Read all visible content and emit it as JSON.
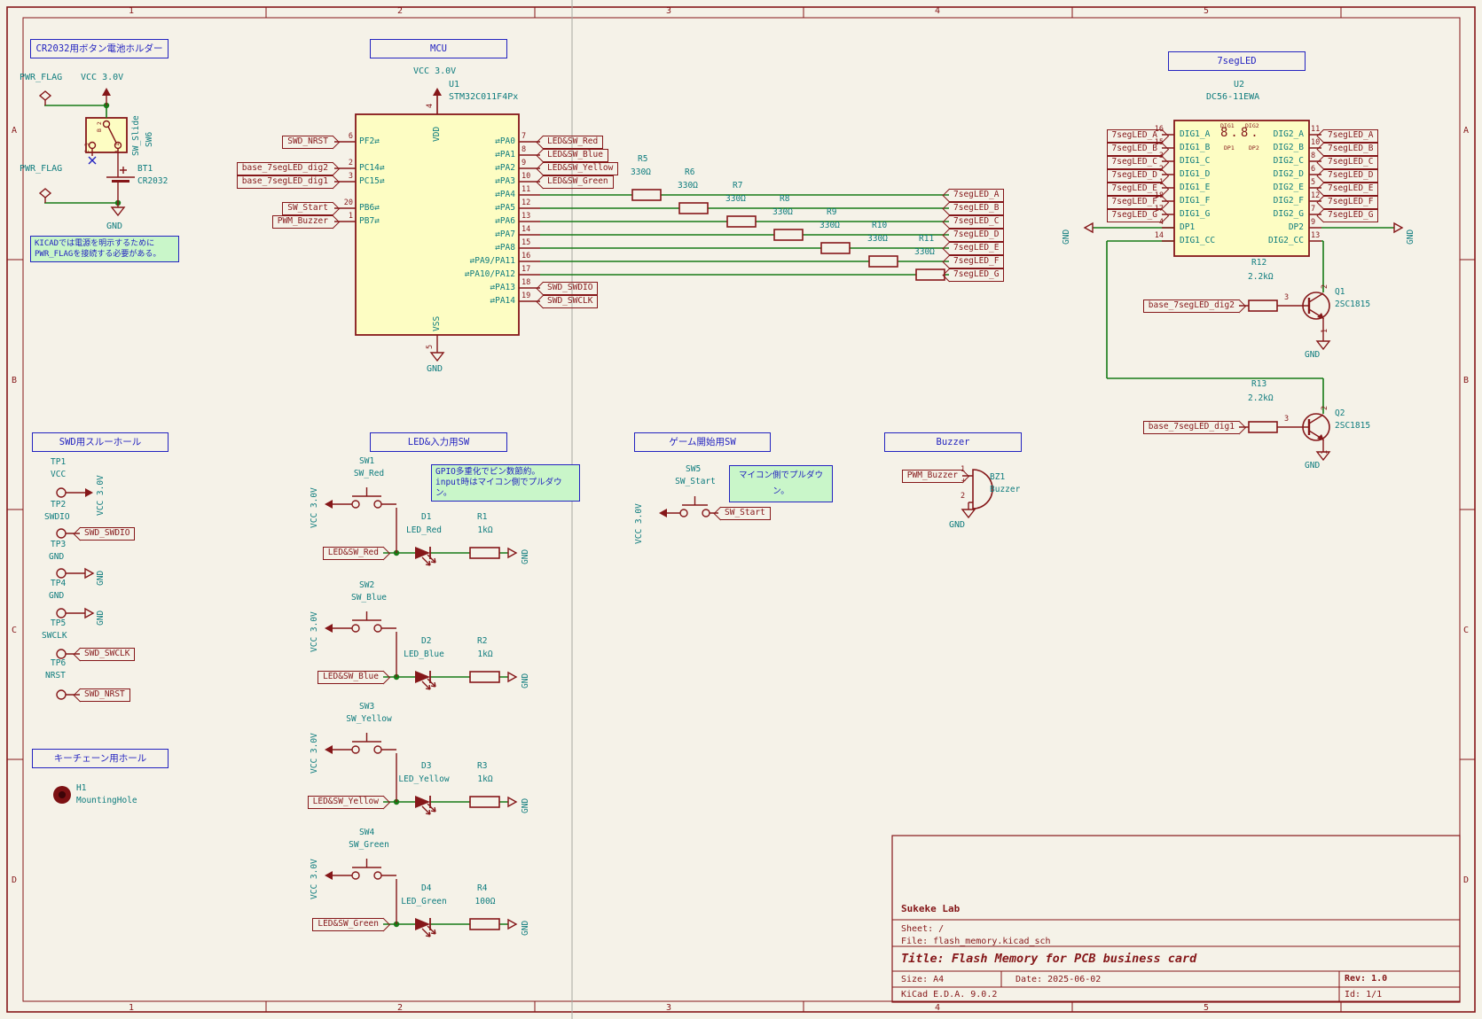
{
  "sheet": {
    "cols": [
      "1",
      "2",
      "3",
      "4",
      "5"
    ],
    "rows": [
      "A",
      "B",
      "C",
      "D"
    ],
    "title_block": {
      "company": "Sukeke Lab",
      "sheet": "Sheet: /",
      "file": "File: flash_memory.kicad_sch",
      "title": "Title: Flash Memory for PCB business card",
      "size": "Size: A4",
      "date": "Date: 2025-06-02",
      "rev": "Rev: 1.0",
      "app": "KiCad E.D.A. 9.0.2",
      "id": "Id: 1/1"
    }
  },
  "colors": {
    "wire": "#177a17",
    "symbol": "#851719",
    "pin_name": "#0e7c7e",
    "note_fill": "#c9f6c9",
    "note_text": "#2323c0",
    "body_fill": "#fdfdc3"
  },
  "headers": {
    "battery": "CR2032用ボタン電池ホルダー",
    "mcu": "MCU",
    "seg7": "7segLED",
    "swd": "SWD用スルーホール",
    "keychain": "キーチェーン用ホール",
    "ledsw": "LED&入力用SW",
    "game": "ゲーム開始用SW",
    "buzzer": "Buzzer"
  },
  "notes": {
    "pwr1": "KICADでは電源を明示するために",
    "pwr2": "PWR_FLAGを接続する必要がある。",
    "gpio1": "GPIO多重化でピン数節約。",
    "gpio2": "input時はマイコン側でプルダウン。",
    "pulldown": "マイコン側でプルダウン。"
  },
  "battery": {
    "pwr_flag1": "PWR_FLAG",
    "pwr_flag2": "PWR_FLAG",
    "vcc": "VCC 3.0V",
    "ref": "BT1",
    "value": "CR2032",
    "gnd": "GND",
    "sw_value": "SW_Slide",
    "sw_ref": "SW6",
    "pin_top": "B 2",
    "pin_bl": "C 3",
    "pin_br": "A 1"
  },
  "mcu": {
    "vcc": "VCC 3.0V",
    "ref": "U1",
    "value": "STM32C011F4Px",
    "vdd": "VDD",
    "vss": "VSS",
    "vdd_num": "4",
    "vss_num": "5",
    "gnd": "GND",
    "left_pins": [
      {
        "num": "6",
        "name": "PF2⇄",
        "label": "SWD_NRST"
      },
      {
        "num": "2",
        "name": "PC14⇄",
        "label": "base_7segLED_dig2"
      },
      {
        "num": "3",
        "name": "PC15⇄",
        "label": "base_7segLED_dig1"
      },
      {
        "num": "20",
        "name": "PB6⇄",
        "label": "SW_Start"
      },
      {
        "num": "1",
        "name": "PB7⇄",
        "label": "PWM_Buzzer"
      }
    ],
    "right_pins": [
      {
        "num": "7",
        "name": "⇄PA0",
        "label": "LED&SW_Red"
      },
      {
        "num": "8",
        "name": "⇄PA1",
        "label": "LED&SW_Blue"
      },
      {
        "num": "9",
        "name": "⇄PA2",
        "label": "LED&SW_Yellow"
      },
      {
        "num": "10",
        "name": "⇄PA3",
        "label": "LED&SW_Green"
      },
      {
        "num": "11",
        "name": "⇄PA4",
        "label": ""
      },
      {
        "num": "12",
        "name": "⇄PA5",
        "label": ""
      },
      {
        "num": "13",
        "name": "⇄PA6",
        "label": ""
      },
      {
        "num": "14",
        "name": "⇄PA7",
        "label": ""
      },
      {
        "num": "15",
        "name": "⇄PA8",
        "label": ""
      },
      {
        "num": "16",
        "name": "⇄PA9/PA11",
        "label": ""
      },
      {
        "num": "17",
        "name": "⇄PA10/PA12",
        "label": ""
      },
      {
        "num": "18",
        "name": "⇄PA13",
        "label": "SWD_SWDIO"
      },
      {
        "num": "19",
        "name": "⇄PA14",
        "label": "SWD_SWCLK"
      }
    ]
  },
  "resistors": [
    {
      "ref": "R5",
      "value": "330Ω",
      "label": "7segLED_A"
    },
    {
      "ref": "R6",
      "value": "330Ω",
      "label": "7segLED_B"
    },
    {
      "ref": "R7",
      "value": "330Ω",
      "label": "7segLED_C"
    },
    {
      "ref": "R8",
      "value": "330Ω",
      "label": "7segLED_D"
    },
    {
      "ref": "R9",
      "value": "330Ω",
      "label": "7segLED_E"
    },
    {
      "ref": "R10",
      "value": "330Ω",
      "label": "7segLED_F"
    },
    {
      "ref": "R11",
      "value": "330Ω",
      "label": "7segLED_G"
    }
  ],
  "seg7": {
    "ref": "U2",
    "value": "DC56-11EWA",
    "digits": "8.8.",
    "dig1": "DIG1",
    "dig2": "DIG2",
    "dp1": "DP1",
    "dp2": "DP2",
    "gnd_left": "GND",
    "gnd_right": "GND",
    "left": [
      {
        "num": "16",
        "name": "DIG1_A",
        "label": "7segLED_A"
      },
      {
        "num": "15",
        "name": "DIG1_B",
        "label": "7segLED_B"
      },
      {
        "num": "3",
        "name": "DIG1_C",
        "label": "7segLED_C"
      },
      {
        "num": "2",
        "name": "DIG1_D",
        "label": "7segLED_D"
      },
      {
        "num": "1",
        "name": "DIG1_E",
        "label": "7segLED_E"
      },
      {
        "num": "18",
        "name": "DIG1_F",
        "label": "7segLED_F"
      },
      {
        "num": "17",
        "name": "DIG1_G",
        "label": "7segLED_G"
      },
      {
        "num": "4",
        "name": "DP1"
      },
      {
        "num": "14",
        "name": "DIG1_CC"
      }
    ],
    "right": [
      {
        "num": "11",
        "name": "DIG2_A",
        "label": "7segLED_A"
      },
      {
        "num": "10",
        "name": "DIG2_B",
        "label": "7segLED_B"
      },
      {
        "num": "8",
        "name": "DIG2_C",
        "label": "7segLED_C"
      },
      {
        "num": "6",
        "name": "DIG2_D",
        "label": "7segLED_D"
      },
      {
        "num": "5",
        "name": "DIG2_E",
        "label": "7segLED_E"
      },
      {
        "num": "12",
        "name": "DIG2_F",
        "label": "7segLED_F"
      },
      {
        "num": "7",
        "name": "DIG2_G",
        "label": "7segLED_G"
      },
      {
        "num": "9",
        "name": "DP2"
      },
      {
        "num": "13",
        "name": "DIG2_CC"
      }
    ]
  },
  "transistors": [
    {
      "ref": "Q1",
      "value": "2SC1815",
      "r_ref": "R12",
      "r_value": "2.2kΩ",
      "label": "base_7segLED_dig2",
      "gnd": "GND",
      "base": "3",
      "coll": "2",
      "emit": "1"
    },
    {
      "ref": "Q2",
      "value": "2SC1815",
      "r_ref": "R13",
      "r_value": "2.2kΩ",
      "label": "base_7segLED_dig1",
      "gnd": "GND",
      "base": "3",
      "coll": "2",
      "emit": "1"
    }
  ],
  "swd": {
    "tp1": {
      "ref": "TP1",
      "pin": "VCC",
      "net": "VCC 3.0V"
    },
    "tp2": {
      "ref": "TP2",
      "pin": "SWDIO",
      "label": "SWD_SWDIO"
    },
    "tp3": {
      "ref": "TP3",
      "pin": "GND",
      "net": "GND"
    },
    "tp4": {
      "ref": "TP4",
      "pin": "GND",
      "net": "GND"
    },
    "tp5": {
      "ref": "TP5",
      "pin": "SWCLK",
      "label": "SWD_SWCLK"
    },
    "tp6": {
      "ref": "TP6",
      "pin": "NRST",
      "label": "SWD_NRST"
    }
  },
  "mounting": {
    "ref": "H1",
    "value": "MountingHole"
  },
  "led_rows": [
    {
      "sw_ref": "SW1",
      "sw_value": "SW_Red",
      "d_ref": "D1",
      "d_value": "LED_Red",
      "r_ref": "R1",
      "r_value": "1kΩ",
      "label": "LED&SW_Red",
      "vcc": "VCC 3.0V",
      "gnd": "GND"
    },
    {
      "sw_ref": "SW2",
      "sw_value": "SW_Blue",
      "d_ref": "D2",
      "d_value": "LED_Blue",
      "r_ref": "R2",
      "r_value": "1kΩ",
      "label": "LED&SW_Blue",
      "vcc": "VCC 3.0V",
      "gnd": "GND"
    },
    {
      "sw_ref": "SW3",
      "sw_value": "SW_Yellow",
      "d_ref": "D3",
      "d_value": "LED_Yellow",
      "r_ref": "R3",
      "r_value": "1kΩ",
      "label": "LED&SW_Yellow",
      "vcc": "VCC 3.0V",
      "gnd": "GND"
    },
    {
      "sw_ref": "SW4",
      "sw_value": "SW_Green",
      "d_ref": "D4",
      "d_value": "LED_Green",
      "r_ref": "R4",
      "r_value": "100Ω",
      "label": "LED&SW_Green",
      "vcc": "VCC 3.0V",
      "gnd": "GND"
    }
  ],
  "start_sw": {
    "ref": "SW5",
    "value": "SW_Start",
    "label": "SW_Start",
    "vcc": "VCC 3.0V"
  },
  "buzzer": {
    "ref": "BZ1",
    "value": "Buzzer",
    "label": "PWM_Buzzer",
    "pin1": "1",
    "plus": "+",
    "pin2": "2",
    "gnd": "GND"
  }
}
